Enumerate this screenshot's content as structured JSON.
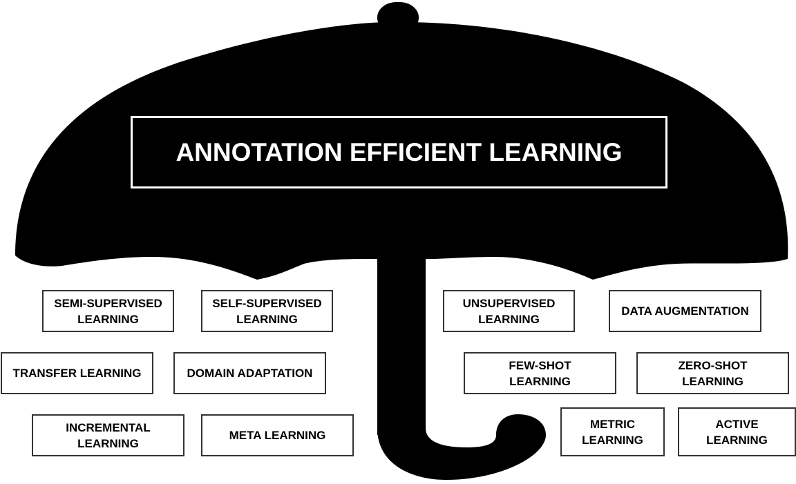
{
  "title": "ANNOTATION EFFICIENT LEARNING",
  "colors": {
    "umbrella": "#000000",
    "background": "#ffffff",
    "box_border": "#333333"
  },
  "methods": [
    {
      "id": "semi-supervised",
      "label": "SEMI-SUPERVISED\nLEARNING"
    },
    {
      "id": "self-supervised",
      "label": "SELF-SUPERVISED\nLEARNING"
    },
    {
      "id": "unsupervised",
      "label": "UNSUPERVISED\nLEARNING"
    },
    {
      "id": "data-augmentation",
      "label": "DATA AUGMENTATION"
    },
    {
      "id": "transfer",
      "label": "TRANSFER LEARNING"
    },
    {
      "id": "domain-adaptation",
      "label": "DOMAIN ADAPTATION"
    },
    {
      "id": "few-shot",
      "label": "FEW-SHOT\nLEARNING"
    },
    {
      "id": "zero-shot",
      "label": "ZERO-SHOT\nLEARNING"
    },
    {
      "id": "incremental",
      "label": "INCREMENTAL\nLEARNING"
    },
    {
      "id": "meta",
      "label": "META LEARNING"
    },
    {
      "id": "metric",
      "label": "METRIC\nLEARNING"
    },
    {
      "id": "active",
      "label": "ACTIVE\nLEARNING"
    }
  ]
}
